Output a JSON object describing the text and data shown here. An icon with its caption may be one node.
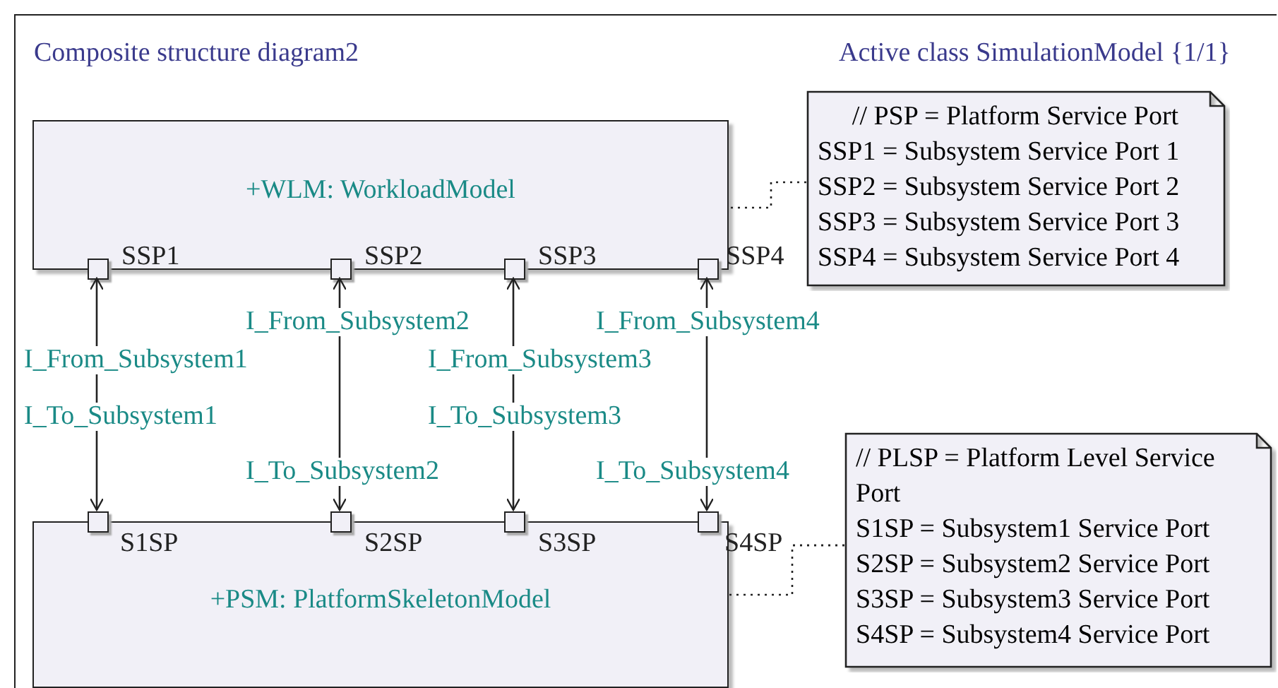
{
  "diagram": {
    "nodes": [
      {
        "text": [
          "Composite structure diagram2",
          "Active class SimulationModel {1/1}"
        ]
      },
      {
        "text": [
          "+WLM: WorkloadModel"
        ],
        "in": 0
      },
      {
        "text": [],
        "shape": "box",
        "in": 1,
        "beside": [
          "SSP1"
        ]
      },
      {
        "text": [],
        "shape": "box",
        "in": 1,
        "beside": [
          "SSP2"
        ]
      },
      {
        "text": [],
        "shape": "box",
        "in": 1,
        "beside": [
          "SSP3"
        ]
      },
      {
        "text": [],
        "shape": "box",
        "in": 1,
        "beside": [
          "SSP4"
        ]
      },
      {
        "text": [
          "// PSP = Platform Service Port",
          "SSP1 = Subsystem Service Port 1",
          "SSP2 = Subsystem Service Port 2",
          "SSP3 = Subsystem Service Port 3",
          "SSP4 = Subsystem Service Port 4"
        ],
        "in": 0
      },
      {
        "text": [
          "+PSM: PlatformSkeletonModel"
        ],
        "in": 0
      },
      {
        "text": [],
        "shape": "box",
        "in": 7,
        "beside": [
          "S1SP"
        ]
      },
      {
        "text": [],
        "shape": "box",
        "in": 7,
        "beside": [
          "S2SP"
        ]
      },
      {
        "text": [],
        "shape": "box",
        "in": 7,
        "beside": [
          "S3SP"
        ]
      },
      {
        "text": [],
        "shape": "box",
        "in": 7,
        "beside": [
          "S4SP"
        ]
      },
      {
        "text": [
          "// PLSP = Platform Level Service Port",
          "S1SP = Subsystem1 Service Port",
          "S2SP = Subsystem2 Service Port",
          "S3SP = Subsystem3 Service Port",
          "S4SP = Subsystem4 Service Port"
        ],
        "in": 0
      }
    ],
    "edges": [
      {
        "from": 2,
        "to": 8,
        "arrow": "both"
      },
      {
        "from": 3,
        "to": 9,
        "arrow": "both"
      },
      {
        "from": 4,
        "to": 10,
        "arrow": "both"
      },
      {
        "from": 5,
        "to": 11,
        "arrow": "both"
      },
      {
        "from": 6,
        "to": 1,
        "arrow": "none",
        "style": "dashed"
      },
      {
        "from": 12,
        "to": 11,
        "arrow": "none",
        "style": "dashed"
      },
      {
        "from": 12,
        "to": 7,
        "arrow": "none",
        "style": "dashed"
      }
    ],
    "labels": [
      "I_From_Subsystem2",
      "I_From_Subsystem4",
      "I_From_Subsystem1",
      "I_From_Subsystem3",
      "I_To_Subsystem1",
      "I_To_Subsystem3",
      "I_To_Subsystem2",
      "I_To_Subsystem4"
    ]
  }
}
